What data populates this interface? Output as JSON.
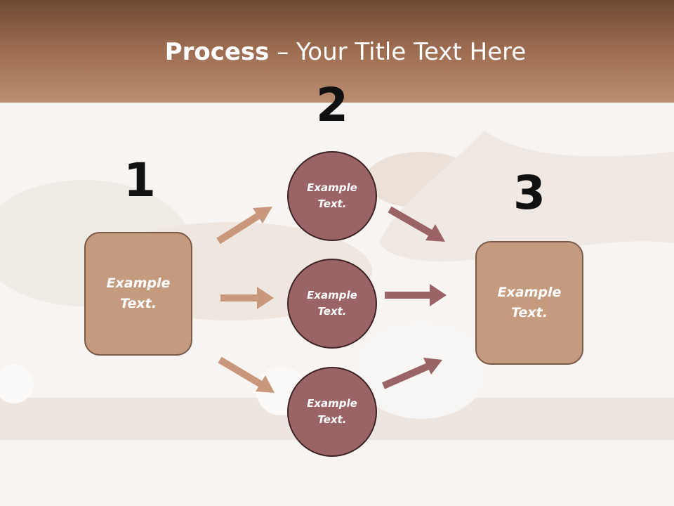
{
  "slide": {
    "title_bold": "Process",
    "title_rest": " – Your Title Text Here"
  },
  "steps": {
    "one": "1",
    "two": "2",
    "three": "3"
  },
  "boxes": {
    "left_text": "Example\nText.",
    "right_text": "Example\nText."
  },
  "circles": [
    {
      "text": "Example\nText."
    },
    {
      "text": "Example\nText."
    },
    {
      "text": "Example\nText."
    }
  ],
  "colors": {
    "header": "#9a6a4f",
    "box_fill": "#c59b80",
    "circle_fill": "#9a6363",
    "arrow_tan": "#c9987c",
    "arrow_maroon": "#9a6366"
  }
}
